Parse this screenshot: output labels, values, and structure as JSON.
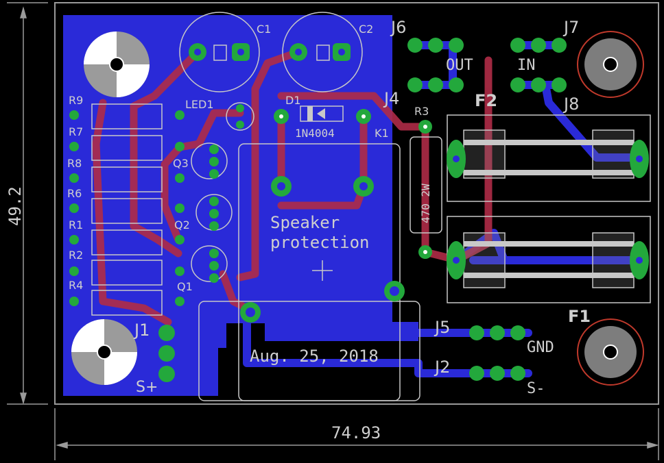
{
  "board": {
    "title_line1": "Speaker",
    "title_line2": "protection",
    "date": "Aug. 25, 2018",
    "dim_width": "74.93",
    "dim_height": "49.2"
  },
  "labels": {
    "c1": "C1",
    "c2": "C2",
    "d1": "D1",
    "d1_value": "1N4004",
    "led1": "LED1",
    "k1": "K1",
    "r3": "R3",
    "r3_value": "470 2W",
    "j1": "J1",
    "j2": "J2",
    "j4": "J4",
    "j5": "J5",
    "j6": "J6",
    "j7": "J7",
    "j8": "J8",
    "f1": "F1",
    "f2": "F2",
    "out": "OUT",
    "in": "IN",
    "gnd": "GND",
    "s_minus": "S-",
    "s_plus": "S+",
    "q1": "Q1",
    "q2": "Q2",
    "q3": "Q3",
    "r1": "R1",
    "r2": "R2",
    "r4": "R4",
    "r6": "R6",
    "r7": "R7",
    "r8": "R8",
    "r9": "R9"
  },
  "colors": {
    "background": "#000000",
    "bottom_copper": "#2a2ad8",
    "top_copper": "#b02c47",
    "pad": "#23a83c",
    "silkscreen": "#c8c8c8",
    "hole_ring": "#c0392b"
  }
}
